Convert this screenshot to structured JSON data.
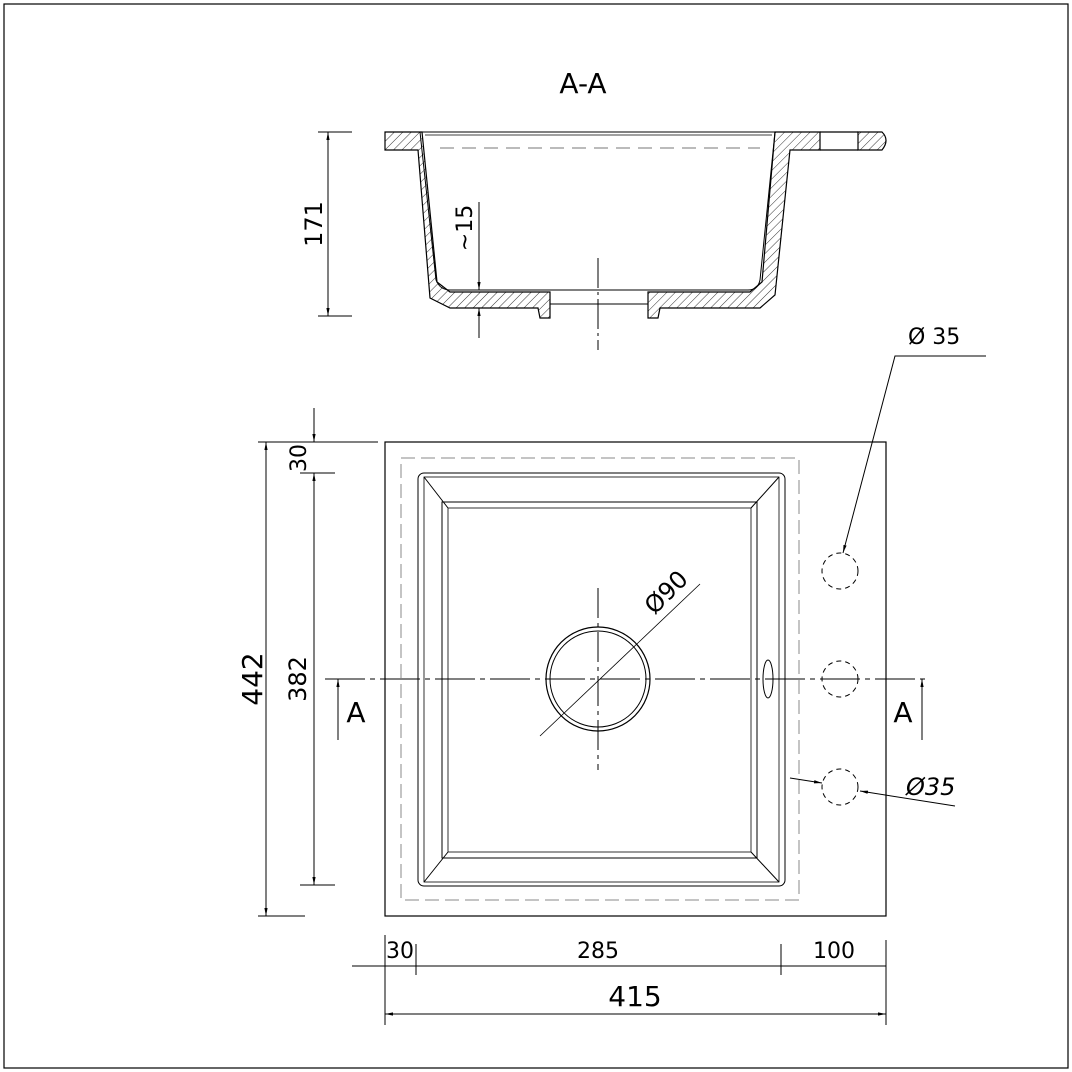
{
  "section_view": {
    "title": "A-A",
    "height_dim": "171",
    "wall_dim": "~15"
  },
  "plan_view": {
    "height_total": "442",
    "height_inner": "382",
    "top_margin": "30",
    "width_total": "415",
    "width_left": "30",
    "width_bowl": "285",
    "width_right": "100",
    "drain_dia": "Ø90",
    "hole_dia_top": "Ø 35",
    "hole_dia_bottom": "Ø35",
    "section_mark_left": "A",
    "section_mark_right": "A"
  }
}
